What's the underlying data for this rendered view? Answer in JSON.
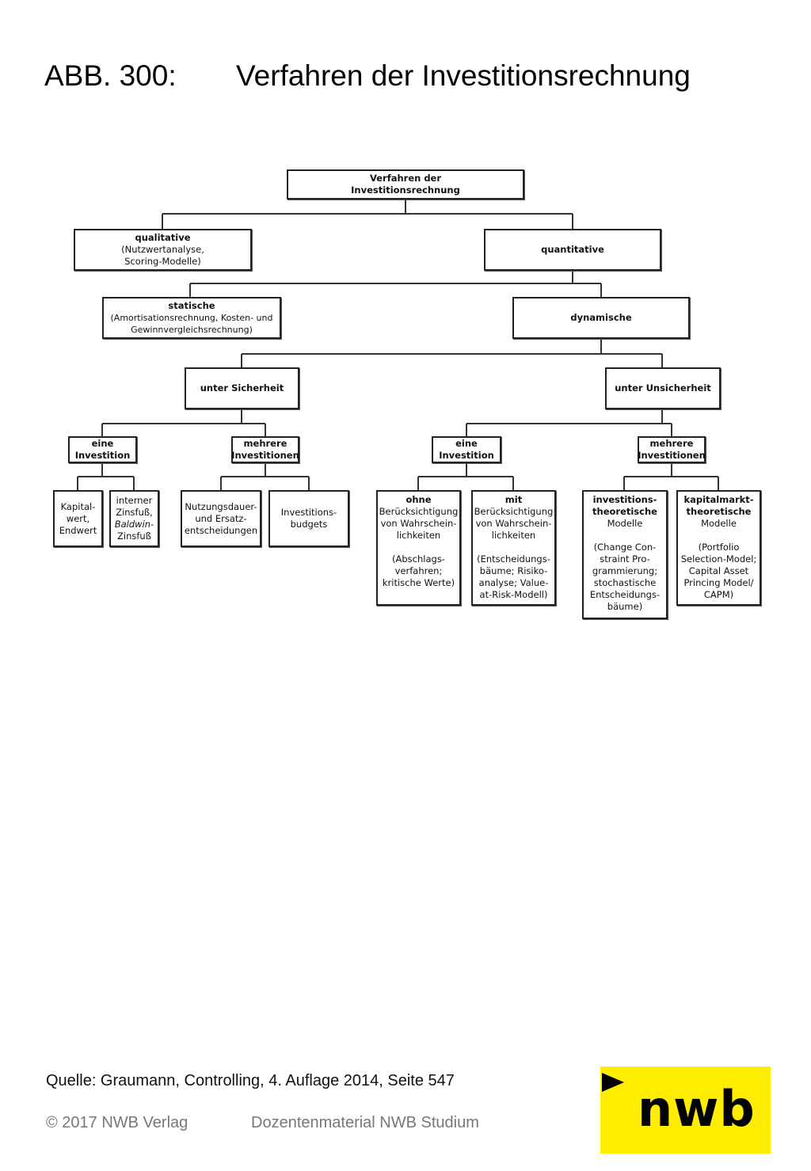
{
  "header": {
    "figure_number": "ABB. 300:",
    "figure_title": "Verfahren der Investitionsrechnung"
  },
  "diagram": {
    "root": "Verfahren der\nInvestitionsrechnung",
    "qualitative": {
      "bold": "qualitative",
      "text": "(Nutzwertanalyse,\nScoring-Modelle)"
    },
    "quantitative": "quantitative",
    "static": {
      "bold": "statische",
      "text": "(Amortisationsrechnung, Kosten- und\nGewinnvergleichsrechnung)"
    },
    "dynamic": "dynamische",
    "certainty": "unter Sicherheit",
    "uncertainty": "unter Unsicherheit",
    "certainty_single": "eine\nInvestition",
    "certainty_multiple": "mehrere\nInvestitionen",
    "uncertainty_single": "eine\nInvestition",
    "uncertainty_multiple": "mehrere\nInvestitionen",
    "capital_value": "Kapital-\nwert,\nEndwert",
    "internal_rate": {
      "a": "interner\nZinsfuß,",
      "b": "Baldwin-",
      "c": "Zinsfuß"
    },
    "useful_life": "Nutzungsdauer-\nund Ersatz-\nentscheidungen",
    "investment_budgets": "Investitions-\nbudgets",
    "without_probability": {
      "bold": "ohne",
      "text": "Berücksichtigung\nvon Wahrschein-\nlichkeiten\n\n(Abschlags-\nverfahren;\nkritische Werte)"
    },
    "with_probability": {
      "bold": "mit",
      "text": "Berücksichtigung\nvon Wahrschein-\nlichkeiten\n\n(Entscheidungs-\nbäume; Risiko-\nanalyse; Value-\nat-Risk-Modell)"
    },
    "investment_theoretic": {
      "bold": "investitions-\ntheoretische",
      "text": "Modelle\n\n(Change Con-\nstraint Pro-\ngrammierung;\nstochastische\nEntscheidungs-\nbäume)"
    },
    "capital_market_theoretic": {
      "bold": "kapitalmarkt-\ntheoretische",
      "text": "Modelle\n\n(Portfolio\nSelection-Model;\nCapital Asset\nPrincing Model/\nCAPM)"
    }
  },
  "footer": {
    "source": "Quelle: Graumann, Controlling, 4. Auflage 2014, Seite 547",
    "copyright": "© 2017 NWB Verlag",
    "material": "Dozentenmaterial NWB Studium"
  },
  "logo": {
    "text": "nwb",
    "background": "#ffed00",
    "icon": "play-triangle-icon"
  }
}
